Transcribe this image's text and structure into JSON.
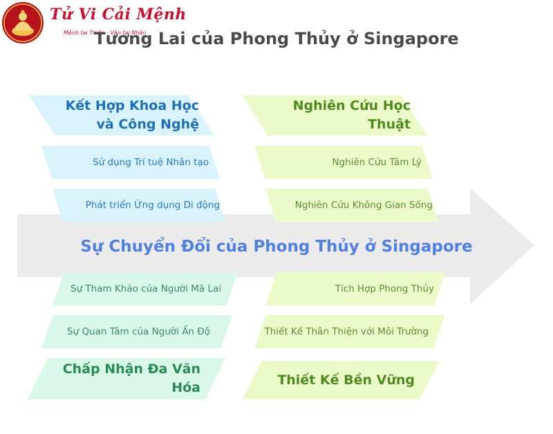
{
  "logo": {
    "title": "Tử Vi Cải Mệnh",
    "subtitle": "Mệnh tại Thiên - Vận tại Nhân"
  },
  "title": "Tương Lai của Phong Thủy ở Singapore",
  "spine": "Sự Chuyển Đổi của Phong Thủy ở Singapore",
  "top_left": {
    "heading": "Kết Hợp Khoa Học và Công Nghệ",
    "items": [
      "Sử dụng Trí tuệ Nhân tạo",
      "Phát triển Ứng dụng Di động"
    ]
  },
  "top_right": {
    "heading": "Nghiên Cứu Học Thuật",
    "items": [
      "Nghiên Cứu Tâm Lý",
      "Nghiên Cứu Không Gian Sống"
    ]
  },
  "bottom_left": {
    "items": [
      "Sự Tham Khảo của Người Mã Lai",
      "Sự Quan Tâm của Người Ấn Độ"
    ],
    "heading": "Chấp Nhận Đa Văn Hóa"
  },
  "bottom_right": {
    "items": [
      "Tích Hợp Phong Thủy",
      "Thiết Kế Thân Thiện với Môi Trường"
    ],
    "heading": "Thiết Kế Bền Vững"
  },
  "colors": {
    "blue": "#d9f3fc",
    "green": "#ecfac9",
    "mint": "#d9f8ea",
    "spine_text": "#4f7fdf",
    "arrow": "#ebebeb",
    "logo": "#c8102e"
  },
  "icons": [
    "buddha-logo-icon"
  ]
}
